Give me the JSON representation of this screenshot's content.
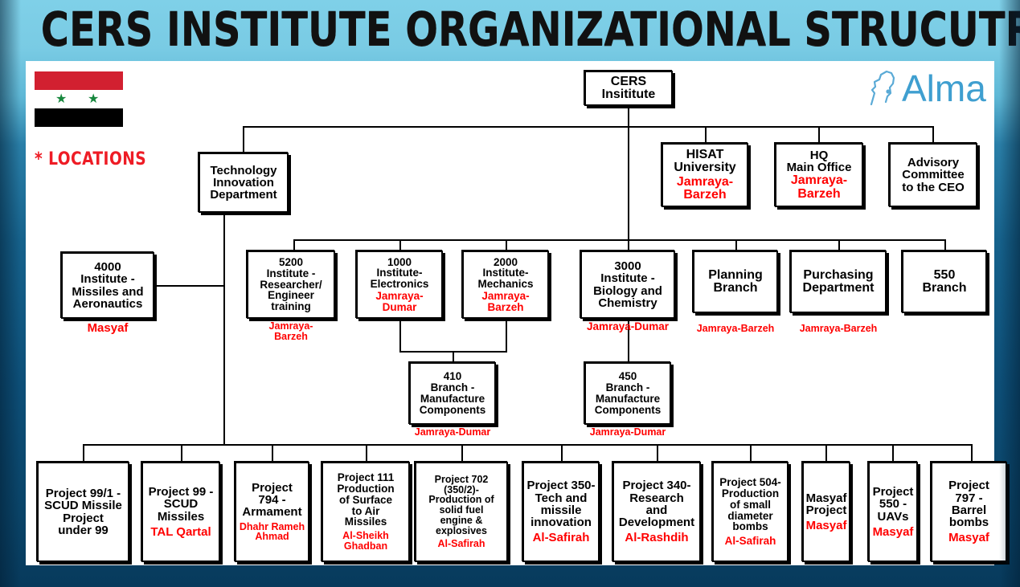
{
  "title": "CERS INSTITUTE ORGANIZATIONAL STRUCUTRE",
  "legend": {
    "locations_label": "* LOCATIONS",
    "flag_name": "syria-flag"
  },
  "logo": {
    "word": "Alma",
    "color": "#3f9fd0"
  },
  "colors": {
    "location_red": "#ff0000",
    "legend_red": "#ee1c25",
    "box_border": "#000000",
    "panel": "#ffffff"
  },
  "nodes": {
    "root": {
      "title": "CERS\nInsititute",
      "line1": "CERS",
      "line2": "Insititute"
    },
    "tech_innovation": {
      "line1": "Technology",
      "line2": "Innovation",
      "line3": "Department"
    },
    "hisat": {
      "line1": "HISAT",
      "line2": "University",
      "location": "Jamraya-\nBarzeh",
      "loc1": "Jamraya-",
      "loc2": "Barzeh"
    },
    "hq": {
      "line1": "HQ",
      "line2": "Main Office",
      "loc1": "Jamraya-",
      "loc2": "Barzeh"
    },
    "advisory": {
      "line1": "Advisory",
      "line2": "Committee",
      "line3": "to the CEO"
    },
    "inst4000": {
      "line1": "4000",
      "line2": "Institute -",
      "line3": "Missiles and",
      "line4": "Aeronautics",
      "location": "Masyaf"
    },
    "inst5200": {
      "line1": "5200",
      "line2": "Institute -",
      "line3": "Researcher/",
      "line4": "Engineer",
      "line5": "training",
      "loc1": "Jamraya-",
      "loc2": "Barzeh"
    },
    "inst1000": {
      "line1": "1000",
      "line2": "Institute-",
      "line3": "Electronics",
      "loc1": "Jamraya-",
      "loc2": "Dumar"
    },
    "inst2000": {
      "line1": "2000",
      "line2": "Institute-",
      "line3": "Mechanics",
      "loc1": "Jamraya-",
      "loc2": "Barzeh"
    },
    "inst3000": {
      "line1": "3000",
      "line2": "Institute -",
      "line3": "Biology and",
      "line4": "Chemistry",
      "location": "Jamraya-Dumar"
    },
    "planning": {
      "line1": "Planning",
      "line2": "Branch",
      "location": "Jamraya-Barzeh"
    },
    "purchasing": {
      "line1": "Purchasing",
      "line2": "Department",
      "location": "Jamraya-Barzeh"
    },
    "branch550": {
      "line1": "550",
      "line2": "Branch"
    },
    "branch410": {
      "line1": "410",
      "line2": "Branch -",
      "line3": "Manufacture",
      "line4": "Components",
      "location": "Jamraya-Dumar"
    },
    "branch450": {
      "line1": "450",
      "line2": "Branch -",
      "line3": "Manufacture",
      "line4": "Components",
      "location": "Jamraya-Dumar"
    }
  },
  "projects": [
    {
      "name": "project-99-1",
      "lines": [
        "Project 99/1 -",
        "SCUD Missile",
        "Project",
        "under 99"
      ],
      "location": ""
    },
    {
      "name": "project-99",
      "lines": [
        "Project 99 -",
        "SCUD",
        "Missiles"
      ],
      "location": "TAL Qartal"
    },
    {
      "name": "project-794",
      "lines": [
        "Project",
        "794 -",
        "Armament"
      ],
      "location": "Dhahr Rameh Ahmad"
    },
    {
      "name": "project-111",
      "lines": [
        "Project 111",
        "Production",
        "of Surface",
        "to Air",
        "Missiles"
      ],
      "location": "Al-Sheikh Ghadban"
    },
    {
      "name": "project-702",
      "lines": [
        "Project 702",
        "(350/2)-",
        "Production of",
        "solid fuel",
        "engine &",
        "explosives"
      ],
      "location": "Al-Safirah"
    },
    {
      "name": "project-350",
      "lines": [
        "Project 350-",
        "Tech and",
        "missile",
        "innovation"
      ],
      "location": "Al-Safirah"
    },
    {
      "name": "project-340",
      "lines": [
        "Project 340-",
        "Research",
        "and",
        "Development"
      ],
      "location": "Al-Rashdih"
    },
    {
      "name": "project-504",
      "lines": [
        "Project 504-",
        "Production",
        "of small",
        "diameter",
        "bombs"
      ],
      "location": "Al-Safirah"
    },
    {
      "name": "masyaf-project",
      "lines": [
        "Masyaf",
        "Project"
      ],
      "location": "Masyaf"
    },
    {
      "name": "project-550",
      "lines": [
        "Project",
        "550 -",
        "UAVs"
      ],
      "location": "Masyaf"
    },
    {
      "name": "project-797",
      "lines": [
        "Project",
        "797 -",
        "Barrel",
        "bombs"
      ],
      "location": "Masyaf"
    }
  ]
}
